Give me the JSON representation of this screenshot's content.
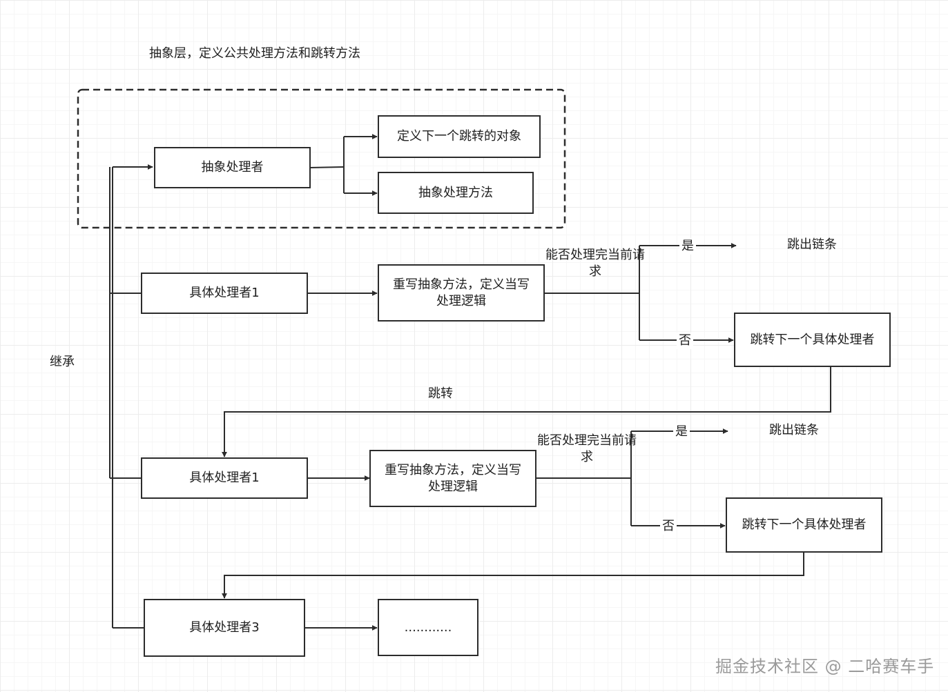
{
  "group": {
    "title": "抽象层，定义公共处理方法和跳转方法"
  },
  "labels": {
    "inherit": "继承",
    "jump": "跳转"
  },
  "nodes": {
    "abstract_handler": "抽象处理者",
    "define_next": "定义下一个跳转的对象",
    "abstract_method": "抽象处理方法",
    "concrete1": "具体处理者1",
    "override1": "重写抽象方法，定义当写处理逻辑",
    "next1": "跳转下一个具体处理者",
    "concrete2": "具体处理者1",
    "override2": "重写抽象方法，定义当写处理逻辑",
    "next2": "跳转下一个具体处理者",
    "concrete3": "具体处理者3",
    "ellipsis": "............"
  },
  "decision1": {
    "question": "能否处理完当前请求",
    "yes": "是",
    "no": "否",
    "exit": "跳出链条"
  },
  "decision2": {
    "question": "能否处理完当前请求",
    "yes": "是",
    "no": "否",
    "exit": "跳出链条"
  },
  "watermark": "掘金技术社区 @ 二哈赛车手"
}
